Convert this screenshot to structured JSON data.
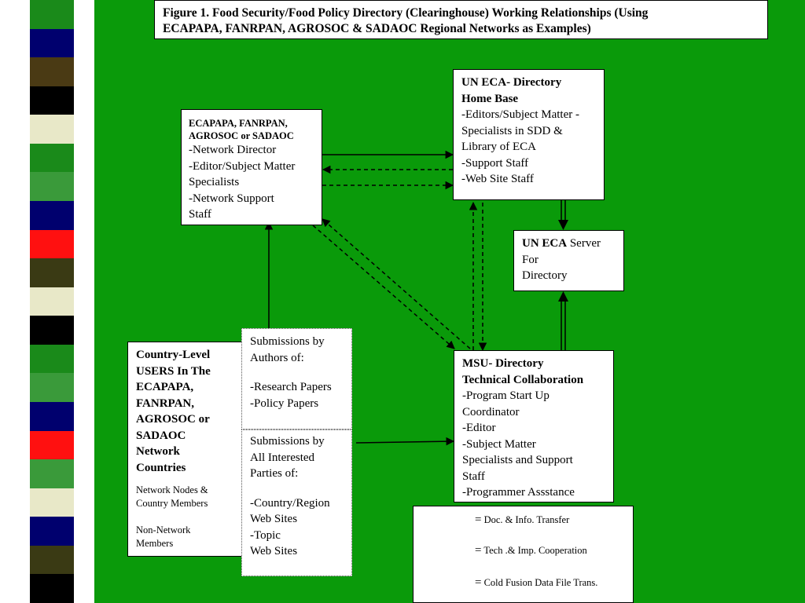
{
  "stripes": [
    "#1a8a1a",
    "#00006e",
    "#4a3a14",
    "#000000",
    "#e8e8c8",
    "#1a8a1a",
    "#3a9a3a",
    "#00006e",
    "#ff1010",
    "#3a3a14",
    "#e8e8c8",
    "#000000",
    "#1a8a1a",
    "#3a9a3a",
    "#00006e",
    "#ff1010",
    "#3a9a3a",
    "#e8e8c8",
    "#00006e",
    "#3a3a14",
    "#000000"
  ],
  "colors": {
    "background": "#0a9a0a",
    "box": "#ffffff",
    "line": "#000000"
  },
  "title": {
    "line1": "Figure 1.  Food Security/Food Policy Directory (Clearinghouse) Working Relationships (Using",
    "line2": "ECAPAPA, FANRPAN, AGROSOC  & SADAOC Regional Networks as Examples)"
  },
  "network_box": {
    "header1": "ECAPAPA, FANRPAN,",
    "header2": "AGROSOC or SADAOC",
    "lines": [
      "-Network Director",
      "-Editor/Subject Matter",
      "Specialists",
      "-Network Support",
      "Staff"
    ]
  },
  "uneca_box": {
    "title1_prefix": "UN ECA",
    "title1_rest": "- Directory",
    "title2": "Home Base",
    "lines": [
      "-Editors/Subject Matter -",
      "Specialists in SDD &",
      "Library of  ECA",
      "-Support Staff",
      "-Web Site Staff"
    ]
  },
  "server_box": {
    "bold": "UN ECA",
    "rest": " Server",
    "lines": [
      "For",
      "Directory"
    ]
  },
  "users_box": {
    "title_lines": [
      "Country-Level",
      "USERS In The",
      "ECAPAPA,",
      "FANRPAN,",
      "AGROSOC  or",
      "SADAOC",
      "Network",
      "Countries"
    ],
    "group1": [
      "Network Nodes &",
      "Country Members"
    ],
    "group2": [
      "Non-Network",
      "Members"
    ]
  },
  "submissions_authors": {
    "lines": [
      "Submissions by",
      "Authors of:"
    ],
    "items": [
      "-Research Papers",
      "-Policy Papers"
    ]
  },
  "submissions_parties": {
    "lines": [
      "Submissions by",
      "All Interested",
      "Parties of:"
    ],
    "items": [
      "-Country/Region",
      "Web Sites",
      "-Topic",
      "Web Sites"
    ]
  },
  "msu_box": {
    "title1_prefix": "MSU",
    "title1_rest": "- Directory",
    "title2": "Technical Collaboration",
    "lines": [
      "-Program Start Up",
      "Coordinator",
      "-Editor",
      "-Subject Matter",
      "Specialists and Support",
      "Staff",
      "-Programmer Assstance"
    ]
  },
  "legend": {
    "eq": "=",
    "solid": "Doc. & Info. Transfer",
    "dashed": "Tech .& Imp. Cooperation",
    "double": "Cold Fusion Data File Trans."
  }
}
